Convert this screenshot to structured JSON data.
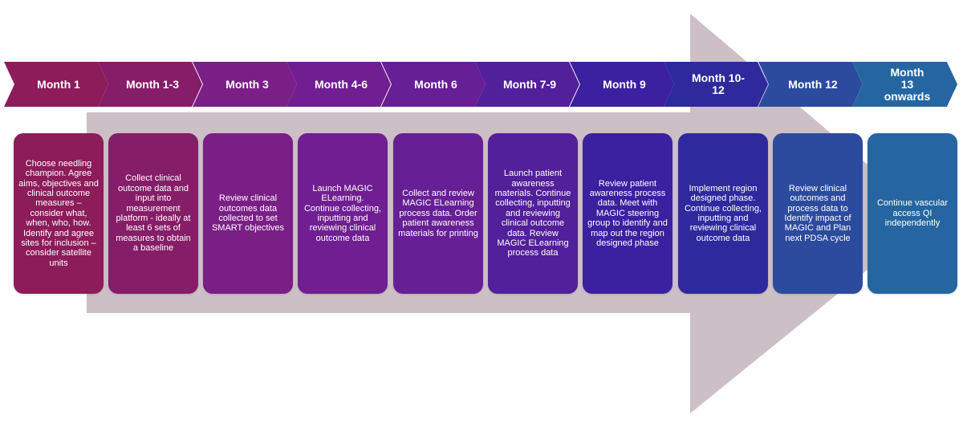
{
  "steps": [
    {
      "month": "Month 1",
      "color": "#8c1c5a",
      "text": "Choose needling champion. Agree aims, objectives and clinical outcome measures – consider what, when, who, how. Identify and agree sites for inclusion – consider satellite units"
    },
    {
      "month": "Month 1-3",
      "color": "#861d68",
      "text": "Collect clinical outcome data and input into measurement platform - ideally at least 6 sets of measures to obtain a baseline"
    },
    {
      "month": "Month 3",
      "color": "#7a1f86",
      "text": "Review clinical outcomes data collected to set SMART objectives"
    },
    {
      "month": "Month 4-6",
      "color": "#701f92",
      "text": "Launch MAGIC ELearning. Continue collecting, inputting and reviewing clinical outcome data"
    },
    {
      "month": "Month 6",
      "color": "#671f95",
      "text": "Collect and review MAGIC ELearning process data. Order patient awareness materials for printing"
    },
    {
      "month": "Month 7-9",
      "color": "#52209a",
      "text": "Launch patient awareness materials. Continue collecting, inputting and reviewing clinical outcome data. Review MAGIC ELearning process data"
    },
    {
      "month": "Month 9",
      "color": "#3b20a0",
      "text": "Review patient awareness process data. Meet with MAGIC steering group to identify and map out the region designed phase"
    },
    {
      "month": "Month 10-12",
      "color": "#2e2a9e",
      "text": "Implement region designed phase. Continue collecting, inputting and reviewing clinical outcome data"
    },
    {
      "month": "Month 12",
      "color": "#2d4b9e",
      "text": "Review clinical outcomes and process data to Identify impact of MAGIC and Plan next PDSA cycle"
    },
    {
      "month": "Month 13 onwards",
      "color": "#2666a0",
      "text": "Continue vascular access QI independently"
    }
  ]
}
